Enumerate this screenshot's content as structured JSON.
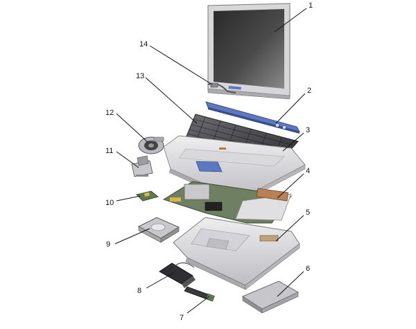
{
  "callouts": [
    {
      "id": "1",
      "text": "1"
    },
    {
      "id": "2",
      "text": "2"
    },
    {
      "id": "3",
      "text": "3"
    },
    {
      "id": "4",
      "text": "4"
    },
    {
      "id": "5",
      "text": "5"
    },
    {
      "id": "6",
      "text": "6"
    },
    {
      "id": "7",
      "text": "7"
    },
    {
      "id": "8",
      "text": "8"
    },
    {
      "id": "9",
      "text": "9"
    },
    {
      "id": "10",
      "text": "10"
    },
    {
      "id": "11",
      "text": "11"
    },
    {
      "id": "12",
      "text": "12"
    },
    {
      "id": "13",
      "text": "13"
    },
    {
      "id": "14",
      "text": "14"
    }
  ],
  "colors": {
    "accent_blue": "#5b78c2",
    "metal": "#c9c9cc",
    "screen": "#3a3a3a",
    "board_green": "#5d7a4f"
  }
}
